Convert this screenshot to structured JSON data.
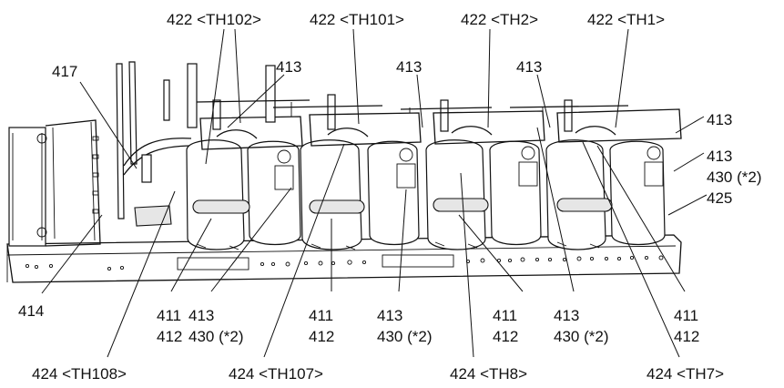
{
  "callouts": {
    "top_th102": "422 <TH102>",
    "top_th101": "422 <TH101>",
    "top_th2": "422 <TH2>",
    "top_th1": "422 <TH1>",
    "l417": "417",
    "l413_a": "413",
    "l413_b": "413",
    "l413_c": "413",
    "l413_right1": "413",
    "l413_right2": "413",
    "l430_right": "430 (*2)",
    "l425": "425",
    "l414": "414",
    "b411_1": "411",
    "b412_1": "412",
    "b413_1": "413",
    "b430_1": "430 (*2)",
    "b411_2": "411",
    "b412_2": "412",
    "b413_2": "413",
    "b430_2": "430 (*2)",
    "b411_3": "411",
    "b412_3": "412",
    "b413_3": "413",
    "b430_3": "430 (*2)",
    "b411_4": "411",
    "b412_4": "412",
    "bot_th108": "424 <TH108>",
    "bot_th107": "424 <TH107>",
    "bot_th8": "424 <TH8>",
    "bot_th7": "424 <TH7>"
  }
}
